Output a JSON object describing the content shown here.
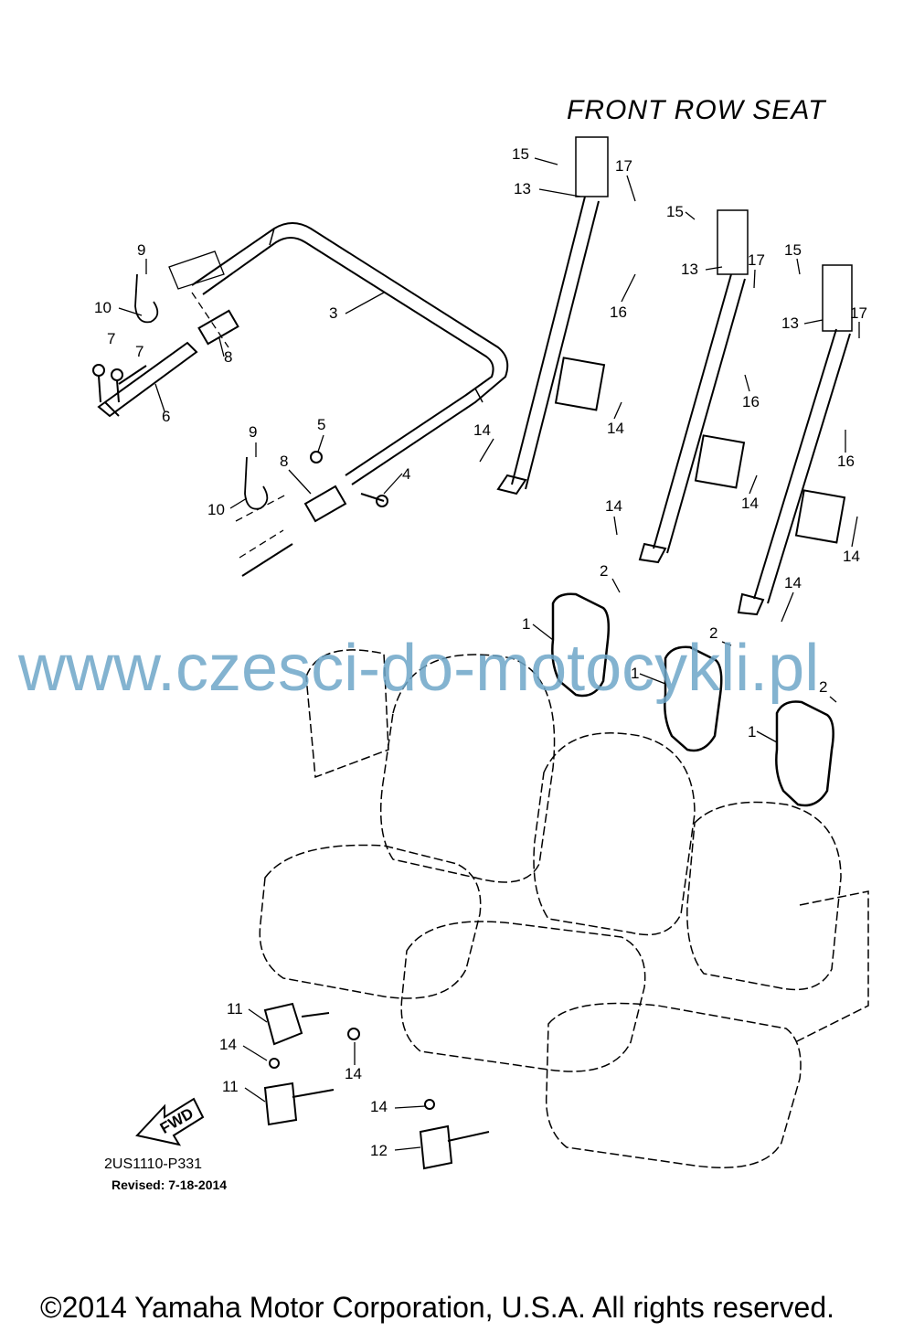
{
  "title": "FRONT ROW SEAT",
  "watermark": "www.czesci-do-motocykli.pl",
  "drawing_code": "2US1110-P331",
  "revised": "Revised: 7-18-2014",
  "copyright": "©2014 Yamaha Motor Corporation, U.S.A. All rights reserved.",
  "fwd_label": "FWD",
  "callouts": {
    "c15a": "15",
    "c13a": "13",
    "c17a": "17",
    "c16a": "16",
    "c14a": "14",
    "c14b": "14",
    "c15b": "15",
    "c13b": "13",
    "c17b": "17",
    "c16b": "16",
    "c14c": "14",
    "c14d": "14",
    "c15c": "15",
    "c13c": "13",
    "c17c": "17",
    "c16c": "16",
    "c14e": "14",
    "c14f": "14",
    "c9a": "9",
    "c10a": "10",
    "c7a": "7",
    "c7b": "7",
    "c8a": "8",
    "c6": "6",
    "c3": "3",
    "c5": "5",
    "c4": "4",
    "c9b": "9",
    "c8b": "8",
    "c10b": "10",
    "c2a": "2",
    "c1a": "1",
    "c2b": "2",
    "c1b": "1",
    "c2c": "2",
    "c1c": "1",
    "c11a": "11",
    "c14g": "14",
    "c14h": "14",
    "c11b": "11",
    "c14i": "14",
    "c12": "12"
  },
  "colors": {
    "line": "#000000",
    "watermark": "#6ea6c8"
  }
}
